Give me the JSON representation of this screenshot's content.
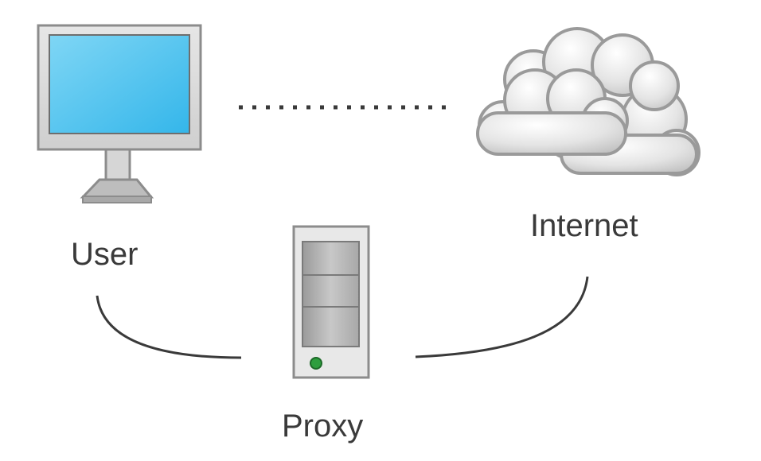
{
  "labels": {
    "user": "User",
    "internet": "Internet",
    "proxy": "Proxy"
  },
  "colors": {
    "screen": "#4cc3ef",
    "bezel": "#dcdcdc",
    "outline": "#8c8c8c",
    "line": "#3a3a3a",
    "led": "#2e9e3e",
    "text": "#3a3a3a"
  },
  "icons": [
    "computer-monitor-icon",
    "cloud-icon",
    "server-tower-icon"
  ]
}
